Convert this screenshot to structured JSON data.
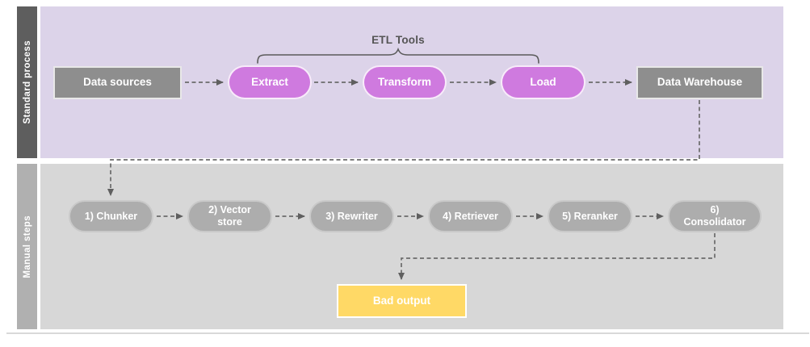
{
  "diagram": {
    "lanes": [
      {
        "label": "Standard process",
        "annotation": "ETL Tools",
        "nodes": {
          "data_sources": "Data sources",
          "extract": "Extract",
          "transform": "Transform",
          "load": "Load",
          "data_warehouse": "Data Warehouse"
        }
      },
      {
        "label": "Manual steps",
        "nodes": {
          "chunker": "1) Chunker",
          "vector_store": "2) Vector store",
          "rewriter": "3) Rewriter",
          "retriever": "4) Retriever",
          "reranker": "5) Reranker",
          "consolidator": "6) Consolidator",
          "bad_output": "Bad output"
        }
      }
    ],
    "colors": {
      "lane1_bar": "#5E5E5E",
      "lane1_body": "#DCD3E9",
      "lane2_bar": "#B0B0B0",
      "lane2_body": "#D7D7D7",
      "process_box": "#8E8E8E",
      "etl_pill": "#CF7ADF",
      "manual_pill": "#ADADAD",
      "result_box": "#FFD966",
      "connector": "#6B6B6B"
    }
  }
}
